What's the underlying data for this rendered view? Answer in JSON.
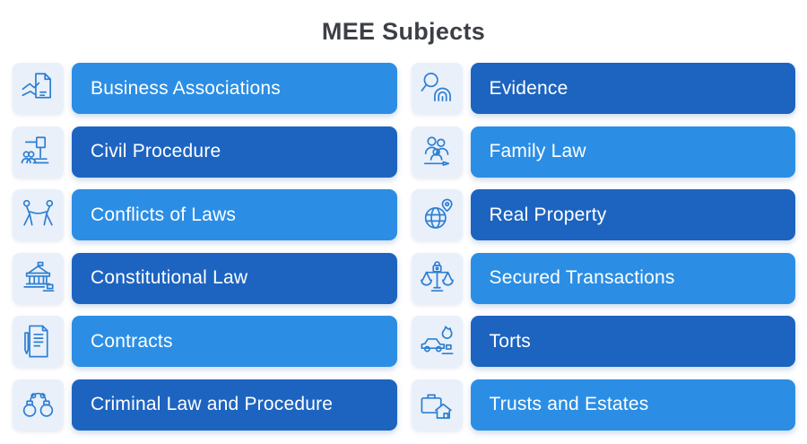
{
  "title": "MEE Subjects",
  "colors": {
    "bar_light": "#2b8ee4",
    "bar_dark": "#1d64c0",
    "tile_background": "#e9f0fa",
    "icon_color": "#2e7fd2",
    "bar_text": "#ffffff",
    "title_text": "#3c4045"
  },
  "subjects": [
    {
      "label": "Business Associations",
      "icon": "handshake-document",
      "variant": "light",
      "column": "left"
    },
    {
      "label": "Civil Procedure",
      "icon": "gavel-people",
      "variant": "dark",
      "column": "left"
    },
    {
      "label": "Conflicts of Laws",
      "icon": "tug-of-war",
      "variant": "light",
      "column": "left"
    },
    {
      "label": "Constitutional Law",
      "icon": "capitol-gavel",
      "variant": "dark",
      "column": "left"
    },
    {
      "label": "Contracts",
      "icon": "document-pen",
      "variant": "light",
      "column": "left"
    },
    {
      "label": "Criminal Law and Procedure",
      "icon": "handcuffs",
      "variant": "dark",
      "column": "left"
    },
    {
      "label": "Evidence",
      "icon": "magnifier-fingerprint",
      "variant": "dark",
      "column": "right"
    },
    {
      "label": "Family Law",
      "icon": "family-pen",
      "variant": "light",
      "column": "right"
    },
    {
      "label": "Real Property",
      "icon": "globe-pin",
      "variant": "dark",
      "column": "right"
    },
    {
      "label": "Secured Transactions",
      "icon": "scale-lock",
      "variant": "light",
      "column": "right"
    },
    {
      "label": "Torts",
      "icon": "burning-car-gavel",
      "variant": "dark",
      "column": "right"
    },
    {
      "label": "Trusts and Estates",
      "icon": "briefcase-house",
      "variant": "light",
      "column": "right"
    }
  ]
}
